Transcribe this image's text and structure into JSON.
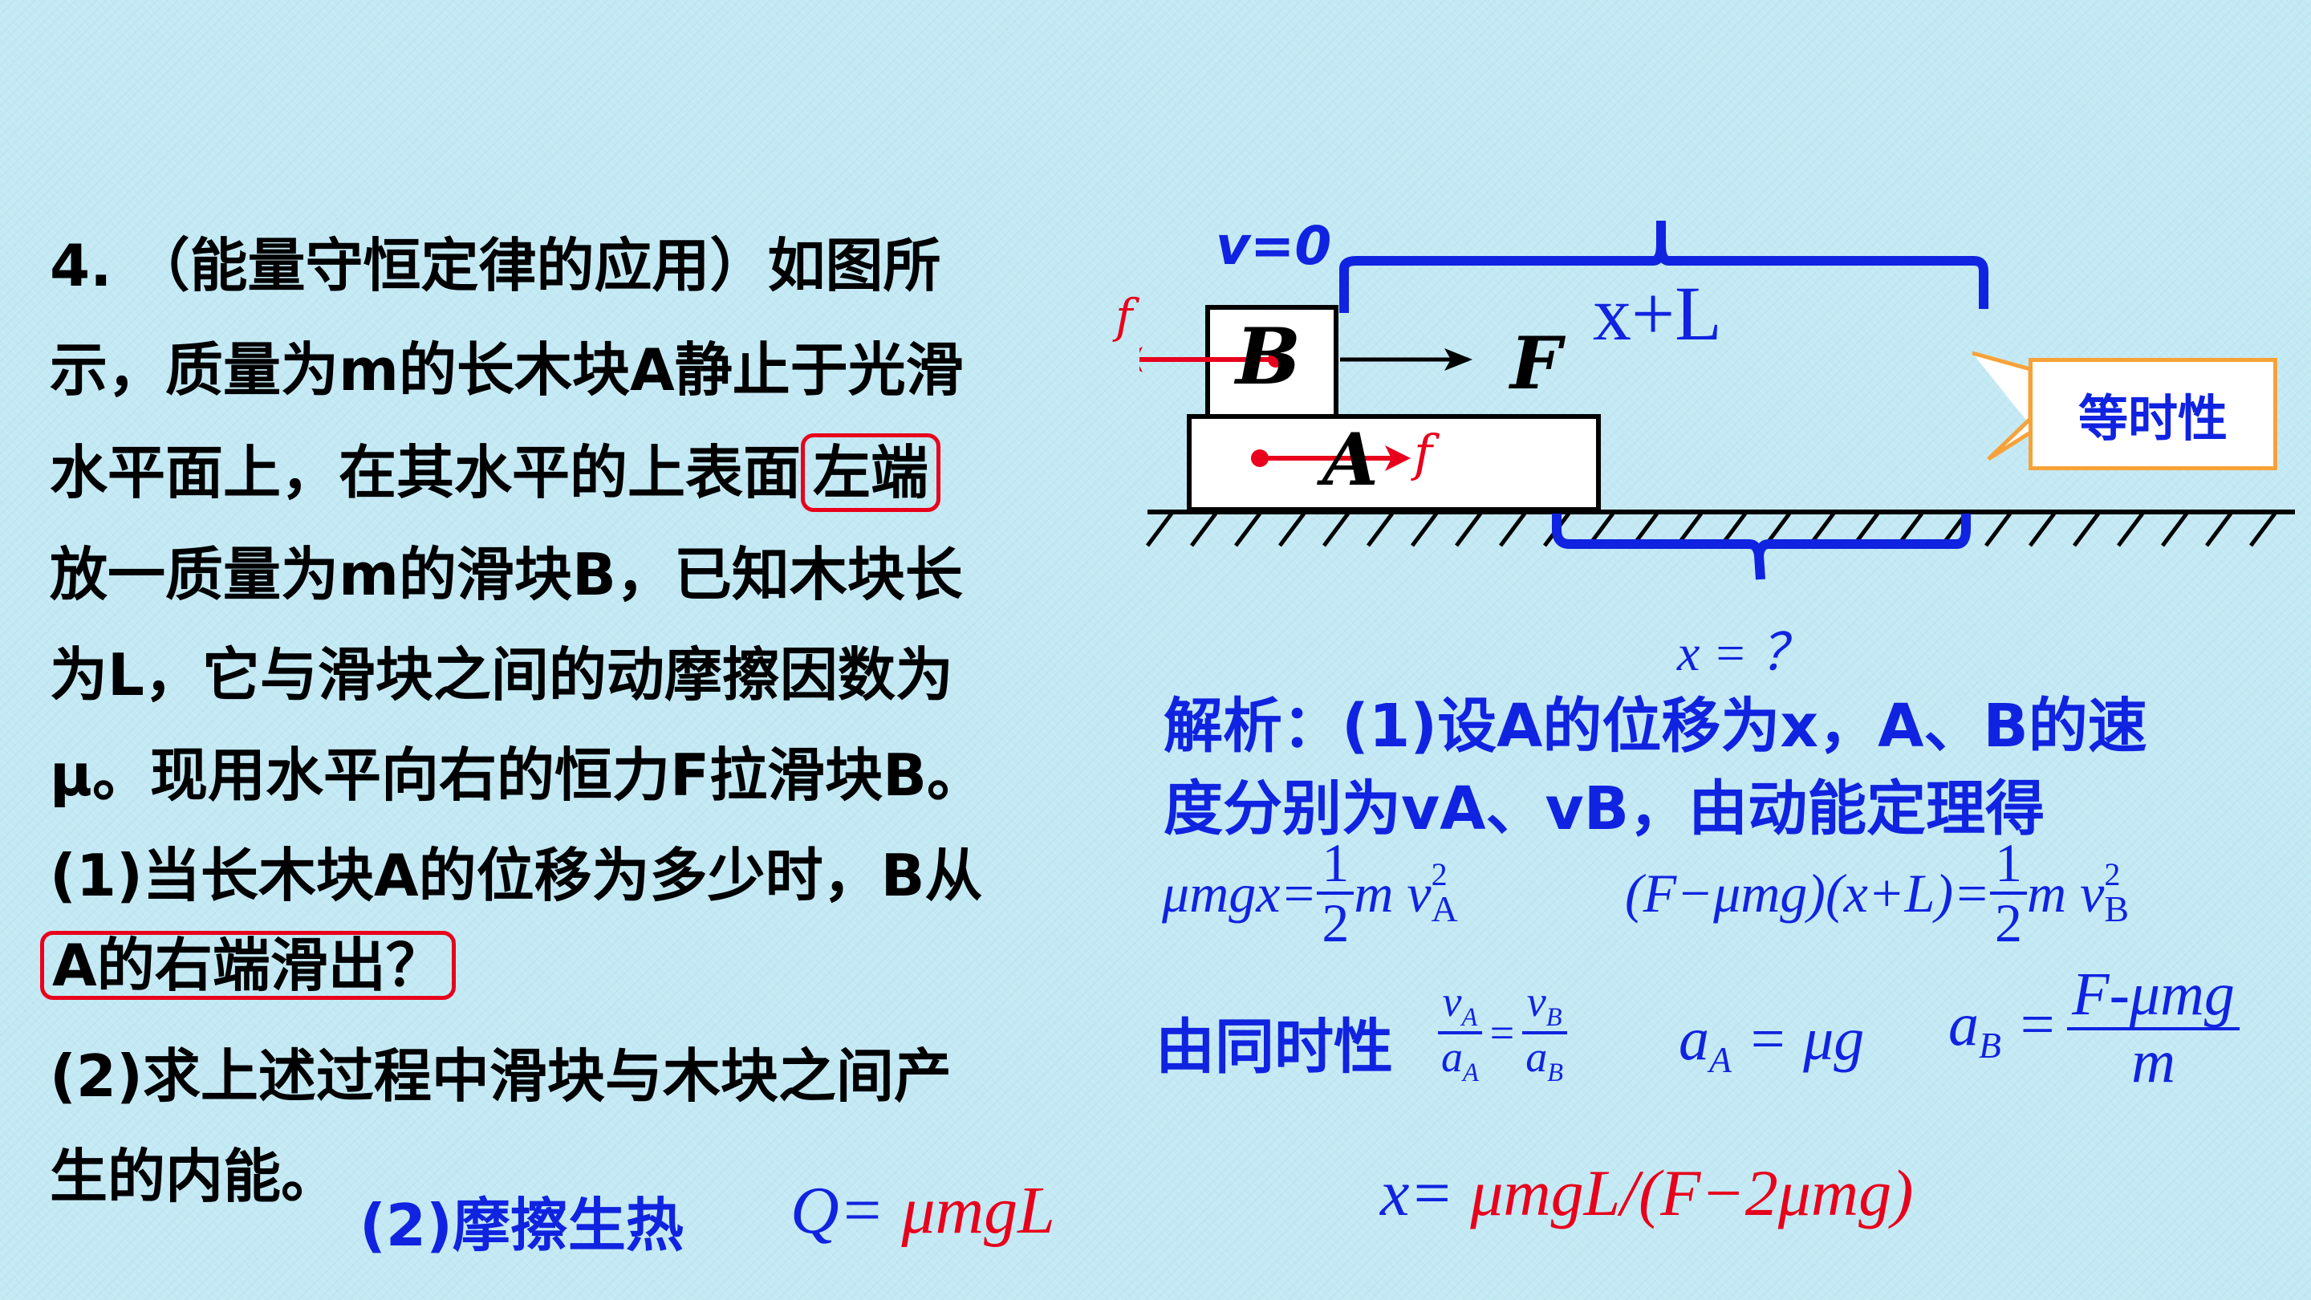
{
  "question": {
    "lines": [
      "4. （能量守恒定律的应用）如图所",
      "示，质量为m的长木块A静止于光滑",
      "水平面上，在其水平的上表面",
      "放一质量为m的滑块B，已知木块长",
      "为L，它与滑块之间的动摩擦因数为",
      "μ。现用水平向右的恒力F拉滑块B。",
      "(1)当长木块A的位移为多少时，B从",
      "(2)求上述过程中滑块与木块之间产",
      "生的内能。"
    ],
    "highlight_1": "左端",
    "highlight_2": "A的右端滑出？"
  },
  "diagram": {
    "v0_label": "v=0",
    "block_b": "B",
    "block_a": "A",
    "force_label": "F",
    "friction_top": "f",
    "friction_bottom": "f",
    "span_top": "x+L",
    "span_bottom": "x = ？",
    "callout": "等时性"
  },
  "solution": {
    "line1": "解析：(1)设A的位移为x，A、B的速",
    "line2": "度分别为vA、vB，由动能定理得",
    "eq1_left": "μmgx=",
    "eq1_right_prefix": "m v",
    "eq2_left": "(F−μmg)(x+L)=",
    "eq2_right_prefix": "m v",
    "half_num": "1",
    "half_den": "2",
    "sq": "2",
    "sub_a": "A",
    "sub_b": "B",
    "same_time": "由同时性",
    "aA_eq": "= μg",
    "aB_num": "F-μmg",
    "aB_den": "m",
    "x_result_prefix": "x=",
    "x_result": "μmgL/(F−2μmg)",
    "part2_label": "(2)摩擦生热",
    "q_prefix": "Q=",
    "q_value": "μmgL"
  },
  "colors": {
    "blue": "#1023e0",
    "red": "#e8001c",
    "callout_border": "#f7a239"
  }
}
